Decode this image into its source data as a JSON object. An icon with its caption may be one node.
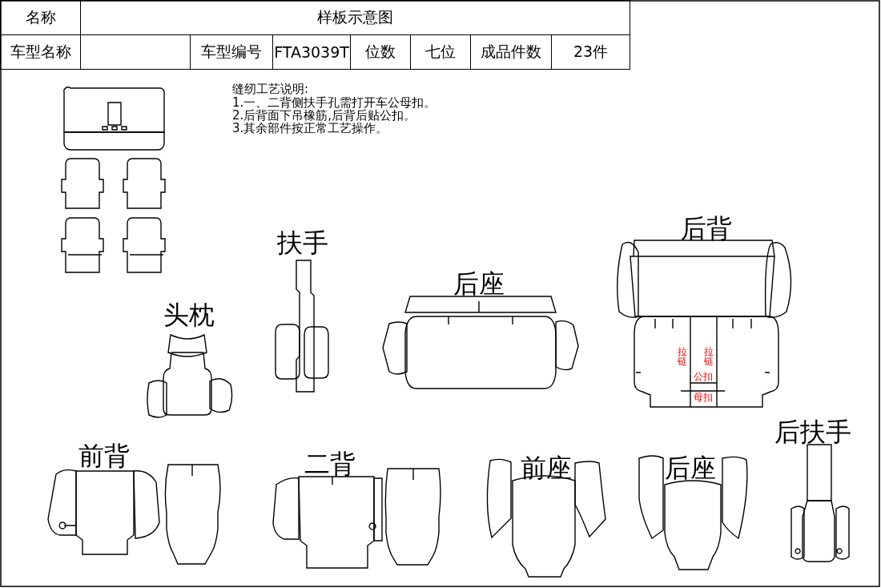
{
  "diagram": {
    "labels": [
      "名称",
      "样板示意图",
      "车型名称",
      "车型编号",
      "FTA3039T",
      "位数",
      "七位",
      "成品件数",
      "23件",
      "缝纫工艺说明:",
      "1.一、二背侧扶手孔需打开车公母扣。",
      "2.后背面下吊橡筋,后背后贴公扣。",
      "3.其余部件按正常工艺操作。",
      "后背",
      "扶手",
      "后座",
      "头枕",
      "拉链",
      "拉链",
      "公扣",
      "母扣",
      "前背",
      "二背",
      "前座",
      "后座",
      "后扶手"
    ]
  }
}
